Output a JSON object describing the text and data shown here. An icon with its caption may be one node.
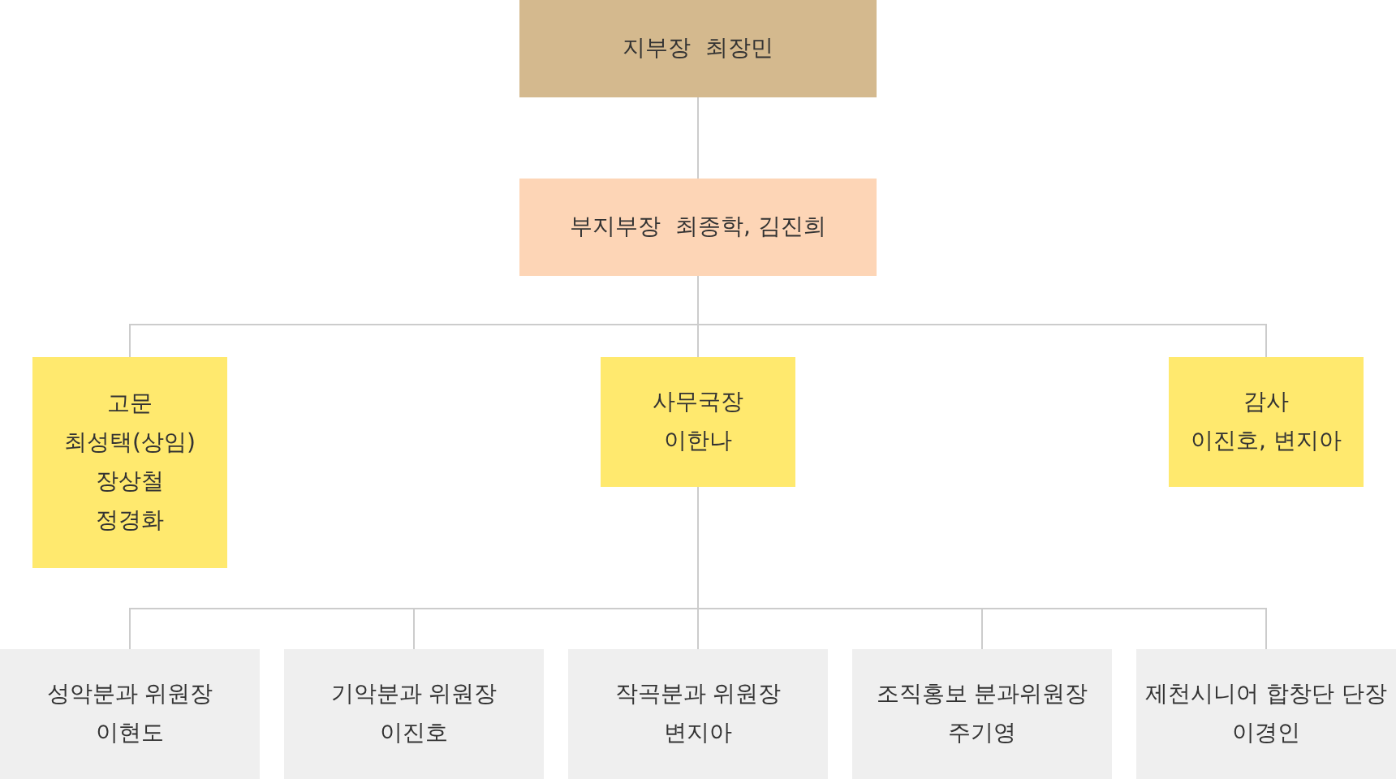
{
  "diagram": {
    "nodes": [
      {
        "text": [
          "지부장",
          "최장민"
        ]
      },
      {
        "text": [
          "부지부장",
          "최종학, 김진희"
        ]
      },
      {
        "text": [
          "고문",
          "최성택(상임)",
          "장상철",
          "정경화"
        ]
      },
      {
        "text": [
          "사무국장",
          "이한나"
        ]
      },
      {
        "text": [
          "감사",
          "이진호, 변지아"
        ]
      },
      {
        "text": [
          "성악분과 위원장",
          "이현도"
        ]
      },
      {
        "text": [
          "기악분과 위원장",
          "이진호"
        ]
      },
      {
        "text": [
          "작곡분과 위원장",
          "변지아"
        ]
      },
      {
        "text": [
          "조직홍보 분과위원장",
          "주기영"
        ]
      },
      {
        "text": [
          "제천시니어 합창단 단장",
          "이경인"
        ]
      }
    ],
    "edges": [
      {
        "from": 0,
        "to": 1,
        "arrow": "none"
      },
      {
        "from": 1,
        "to": 2,
        "arrow": "none"
      },
      {
        "from": 1,
        "to": 3,
        "arrow": "none"
      },
      {
        "from": 1,
        "to": 4,
        "arrow": "none"
      },
      {
        "from": 3,
        "to": 5,
        "arrow": "none"
      },
      {
        "from": 3,
        "to": 6,
        "arrow": "none"
      },
      {
        "from": 3,
        "to": 7,
        "arrow": "none"
      },
      {
        "from": 3,
        "to": 8,
        "arrow": "none"
      },
      {
        "from": 3,
        "to": 9,
        "arrow": "none"
      }
    ]
  }
}
